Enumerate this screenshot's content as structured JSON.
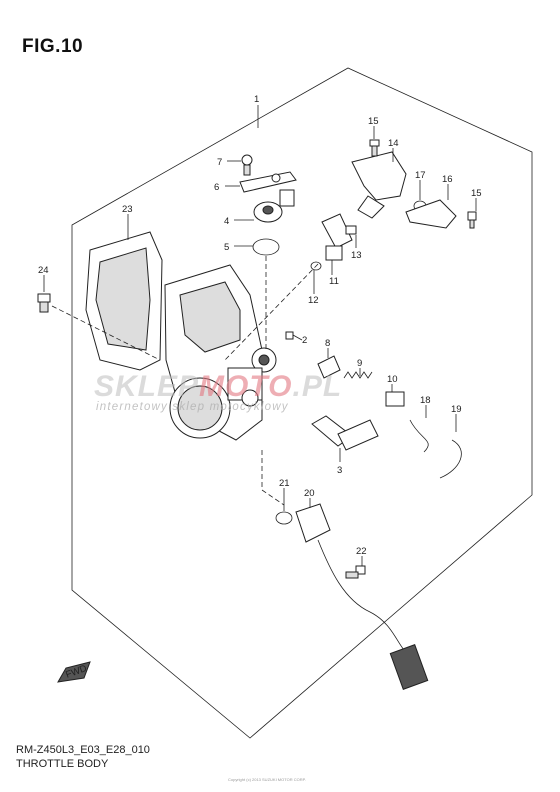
{
  "figure": {
    "label": "FIG.10"
  },
  "diagram": {
    "title": "THROTTLE BODY",
    "model_code": "RM-Z450L3_E03_E28_010",
    "front_marker": "FWD",
    "callouts": [
      "1",
      "2",
      "3",
      "4",
      "5",
      "6",
      "7",
      "8",
      "9",
      "10",
      "11",
      "12",
      "13",
      "14",
      "15",
      "15",
      "16",
      "17",
      "18",
      "19",
      "20",
      "21",
      "22",
      "23",
      "24"
    ]
  },
  "watermark": {
    "brand_start": "SKLEP",
    "brand_accent": "MOTO",
    "brand_end": ".PL",
    "tagline": "internetowy sklep motocyklowy"
  },
  "footer_note": "Copyright (c) 2013 SUZUKI MOTOR CORP."
}
